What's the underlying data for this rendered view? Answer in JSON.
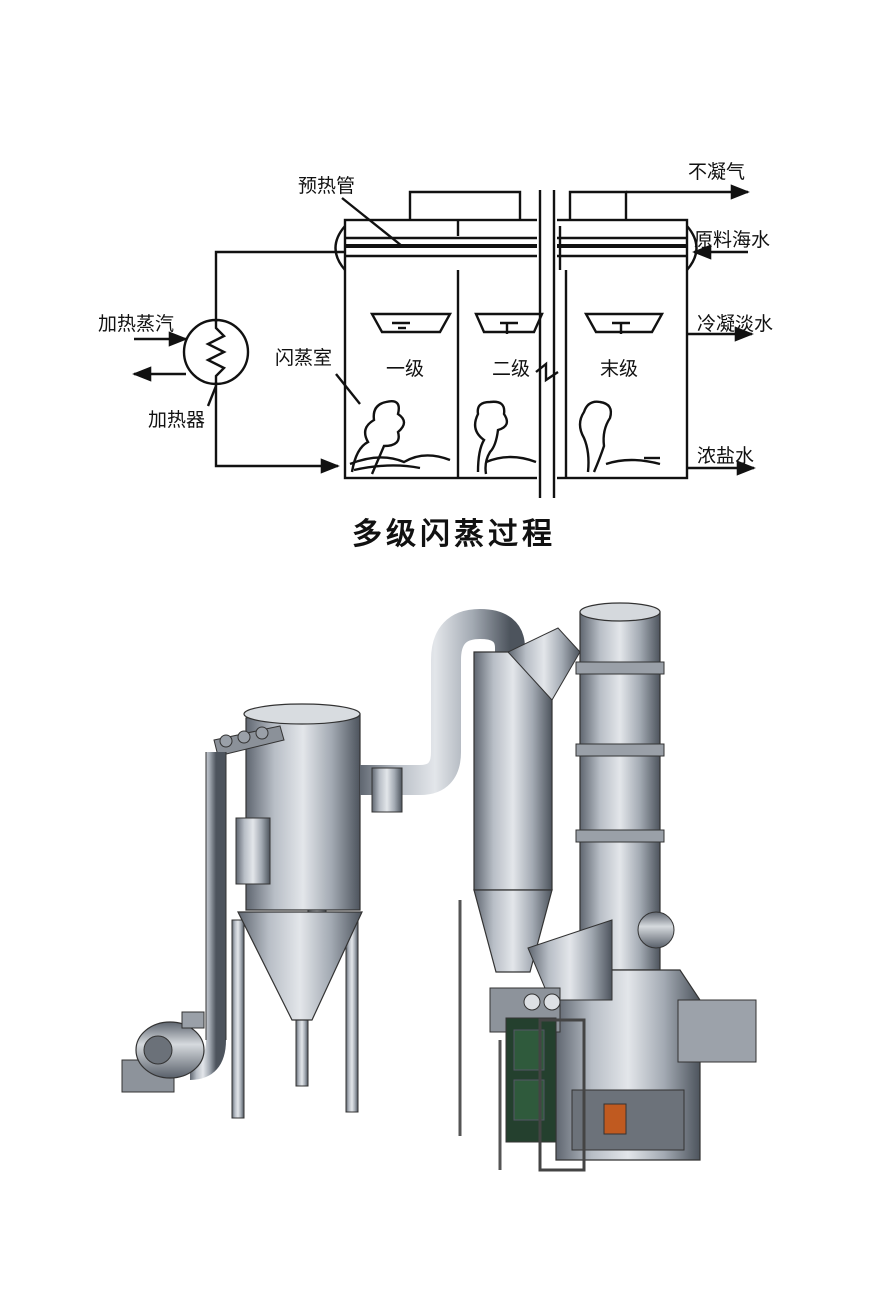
{
  "diagram": {
    "labels": {
      "preheat_tube": "预热管",
      "noncondensable_gas": "不凝气",
      "raw_seawater": "原料海水",
      "heating_steam": "加热蒸汽",
      "flash_chamber": "闪蒸室",
      "condensed_freshwater": "冷凝淡水",
      "heater": "加热器",
      "stage_first": "一级",
      "stage_second": "二级",
      "stage_last": "末级",
      "brine": "浓盐水"
    },
    "caption": "多级闪蒸过程"
  }
}
